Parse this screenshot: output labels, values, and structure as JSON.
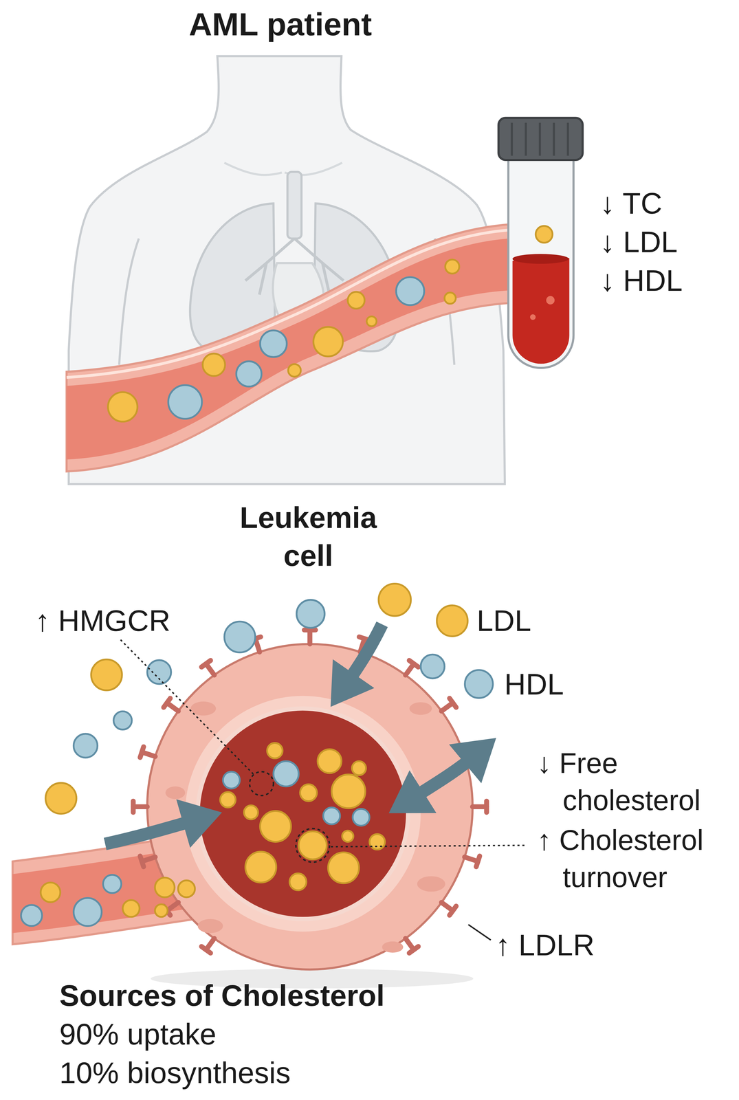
{
  "diagram": {
    "labels": [
      "AML patient",
      "↓ TC",
      "↓ LDL",
      "↓ HDL",
      "Leukemia cell",
      "↑ HMGCR",
      "LDL",
      "HDL",
      "↓ Free cholesterol",
      "↑ Cholesterol turnover",
      "↑ LDLR",
      "Sources of Cholesterol",
      "90% uptake",
      "10% biosynthesis"
    ]
  }
}
